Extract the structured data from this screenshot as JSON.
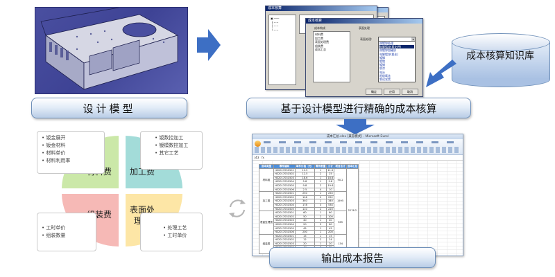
{
  "labels": {
    "design_model": "设计模型",
    "accurate_costing": "基于设计模型进行精确的成本核算",
    "output_report": "输出成本报告",
    "knowledge_base": "成本核算知识库"
  },
  "cost_quadrants": {
    "material": {
      "title": "材料费",
      "notes": [
        "• 钣金展开",
        "• 钣金材料",
        "• 材料单价",
        "• 材料利用率"
      ]
    },
    "processing": {
      "title": "加工费",
      "notes": [
        "• 钣数控加工",
        "• 镀模数控加工",
        "• 其它工艺"
      ]
    },
    "assembly": {
      "title": "组装费",
      "notes": [
        "• 工时单价",
        "• 组装数量"
      ]
    },
    "surface": {
      "title_line1": "表面处",
      "title_line2": "理费",
      "notes": [
        "• 处理工艺",
        "• 工时单价"
      ]
    }
  },
  "software_dialogs": {
    "back_title": "成本核算",
    "front_title": "成本核算",
    "list_header": "成本构成",
    "surface_header": "表面处理",
    "surface_field": "表面处理:",
    "front_list": [
      "材料费",
      "加工费",
      "表面处理费",
      "组装费",
      "成本汇总"
    ],
    "dropdown_items": [
      "热镀锌处理",
      "电解镀锌(氯化钾)",
      "热镀锌加硬质",
      "电解镀锌(氯化)",
      "镀镍",
      "镀铬",
      "镀锡",
      "喷涂",
      "电泳",
      "阳极氧化",
      "氧化发黑"
    ],
    "buttons": [
      "确定",
      "应用",
      "取消"
    ]
  },
  "excel": {
    "title": "成本汇总.xlsx [兼容模式] - Microsoft Excel",
    "cell_ref": "J43",
    "headers": [
      "成本类型",
      "零件编码",
      "单件价格（元）",
      "零件数量",
      "小计",
      "项目合计",
      "成本汇总"
    ],
    "groups": [
      {
        "type": "材料费",
        "total": "90.2"
      },
      {
        "type": "加工费",
        "total": "1595"
      },
      {
        "type": "表面处理费",
        "total": "365"
      },
      {
        "type": "组装费",
        "total": "134"
      }
    ],
    "grand_total": "2276.2",
    "rows": [
      [
        "HS2017031501",
        "11.5",
        "1",
        "11.5"
      ],
      [
        "HS2017031502",
        "12.5",
        "2",
        "25"
      ],
      [
        "HS2017031503",
        "18.6",
        "1",
        "18.6"
      ],
      [
        "HS2017031504",
        "5.8",
        "1",
        "5.8"
      ],
      [
        "HS2017031505",
        "9.8",
        "2",
        "19.6"
      ],
      [
        "HS2017031506",
        "2.5",
        "4",
        "10"
      ],
      [
        "HS2017031501",
        "250",
        "1",
        "250"
      ],
      [
        "HS2017031502",
        "126",
        "2",
        "252"
      ],
      [
        "HS2017031503",
        "340",
        "1",
        "340"
      ],
      [
        "HS2017031504",
        "178",
        "3",
        "534"
      ],
      [
        "HS2017031505",
        "110",
        "2",
        "220"
      ],
      [
        "HS2017031501",
        "60",
        "1",
        "60"
      ],
      [
        "HS2017031502",
        "50",
        "2",
        "100"
      ],
      [
        "HS2017031503",
        "40",
        "1",
        "40"
      ],
      [
        "HS2017031504",
        "20",
        "3",
        "60"
      ],
      [
        "HS2017031505",
        "45",
        "1",
        "45"
      ],
      [
        "HS2017031506",
        "200",
        "1",
        "200"
      ],
      [
        "HS2017031501",
        "15",
        "1",
        "15"
      ],
      [
        "HS2017031502",
        "12",
        "2",
        "24"
      ],
      [
        "HS2017031503",
        "20",
        "1",
        "20"
      ],
      [
        "HS2017031504",
        "10",
        "3",
        "30"
      ],
      [
        "HS2017031505",
        "45",
        "1",
        "45"
      ]
    ]
  },
  "colors": {
    "material_quadrant": "#cbe8a8",
    "processing_quadrant": "#a3dcd9",
    "assembly_quadrant": "#f6b9b6",
    "surface_quadrant": "#fde6a6",
    "arrow_blue": "#3d6fc4",
    "label_border": "#6e8fb8"
  }
}
